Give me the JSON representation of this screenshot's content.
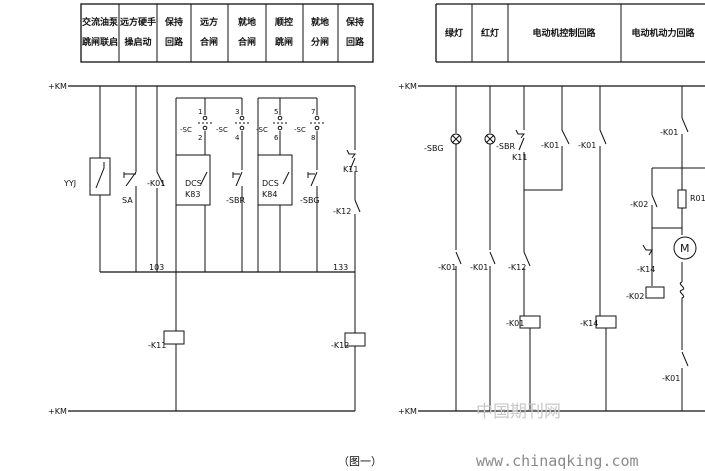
{
  "left_table": {
    "headers": [
      [
        "交流油泵",
        "跳闸联启"
      ],
      [
        "远方硬手",
        "操启动"
      ],
      [
        "保持",
        "回路"
      ],
      [
        "远方",
        "合闸"
      ],
      [
        "就地",
        "合闸"
      ],
      [
        "顺控",
        "跳闸"
      ],
      [
        "就地",
        "分闸"
      ],
      [
        "保持",
        "回路"
      ]
    ]
  },
  "right_table": {
    "headers": [
      "绿灯",
      "红灯",
      "电动机控制回路",
      "电动机动力回路"
    ]
  },
  "left_diagram": {
    "bus_top": "+KM",
    "bus_bottom": "+KM",
    "yyj": "YYJ",
    "sa": "SA",
    "k01": "-K01",
    "dcs_k83": [
      "DCS",
      "K83"
    ],
    "dcs_k84": [
      "DCS",
      "K84"
    ],
    "sbr": "-SBR",
    "sbg": "-SBG",
    "k11": "K11",
    "k12": "-K12",
    "sc": "-SC",
    "node_103": "103",
    "node_133": "133",
    "coil_k11": "-K11",
    "coil_k12": "-K12",
    "sw_nums": [
      "1",
      "2",
      "3",
      "4",
      "5",
      "6",
      "7",
      "8"
    ]
  },
  "right_diagram": {
    "bus_top": "+KM",
    "bus_bottom": "+KM",
    "sbg": "-SBG",
    "sbr": "-SBR",
    "k11": "K11",
    "k01": "-K01",
    "k12": "-K12",
    "k14": "-K14",
    "k02": "-K02",
    "r01": "R01",
    "motor": "M"
  },
  "caption": "（图一）",
  "watermark_cn": "中国期刊网",
  "watermark_url": "www.chinaqking.com"
}
